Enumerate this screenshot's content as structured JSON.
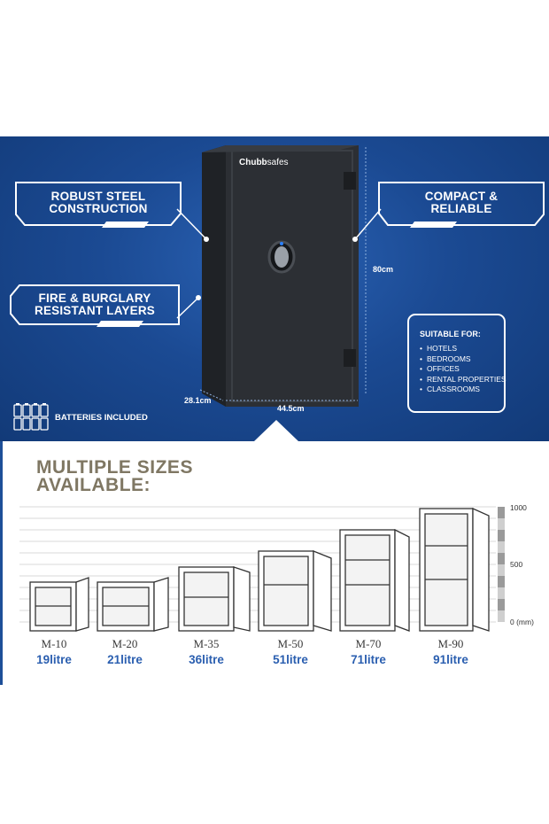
{
  "brand": {
    "name_bold": "Chubb",
    "name_light": "safes"
  },
  "callouts": {
    "left_top": [
      "ROBUST STEEL",
      "CONSTRUCTION"
    ],
    "left_bottom": [
      "FIRE & BURGLARY",
      "RESISTANT LAYERS"
    ],
    "right_top": [
      "COMPACT &",
      "RELIABLE"
    ]
  },
  "dimensions": {
    "height": "80cm",
    "width": "44.5cm",
    "depth": "28.1cm"
  },
  "suitable": {
    "title": "SUITABLE FOR:",
    "items": [
      "HOTELS",
      "BEDROOMS",
      "OFFICES",
      "RENTAL PROPERTIES",
      "CLASSROOMS"
    ]
  },
  "batteries": {
    "label": "BATTERIES INCLUDED",
    "icon": "batteries-icon"
  },
  "sizes": {
    "title": [
      "MULTIPLE SIZES",
      "AVAILABLE:"
    ],
    "scale_labels": [
      "1000",
      "500",
      "0 (mm)"
    ],
    "models": [
      {
        "model": "M-10",
        "litre": "19litre"
      },
      {
        "model": "M-20",
        "litre": "21litre"
      },
      {
        "model": "M-35",
        "litre": "36litre"
      },
      {
        "model": "M-50",
        "litre": "51litre"
      },
      {
        "model": "M-70",
        "litre": "71litre"
      },
      {
        "model": "M-90",
        "litre": "91litre"
      }
    ]
  },
  "colors": {
    "hero_blue": "#1b4a93",
    "accent_blue": "#2b5fb0",
    "title_khaki": "#7f7763",
    "safe_body": "#2c2f34"
  }
}
